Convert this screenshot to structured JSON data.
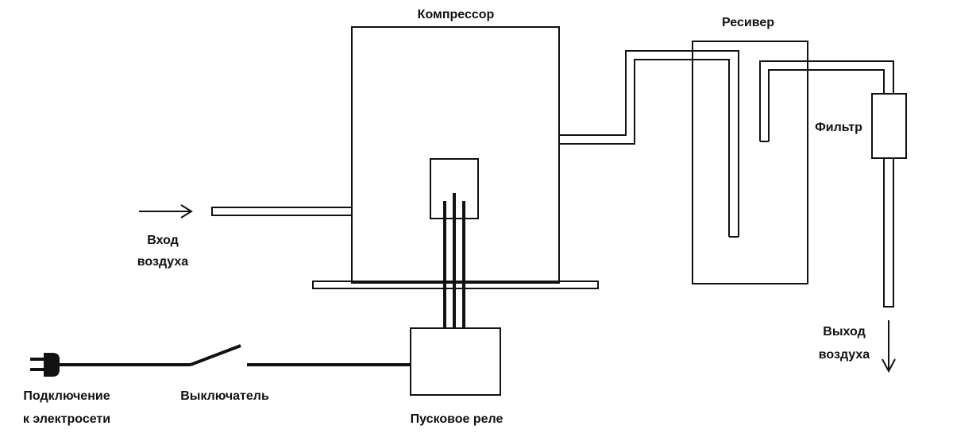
{
  "labels": {
    "compressor": "Компрессор",
    "receiver": "Ресивер",
    "filter": "Фильтр",
    "air_in_line1": "Вход",
    "air_in_line2": "воздуха",
    "air_out_line1": "Выход",
    "air_out_line2": "воздуха",
    "power_line1": "Подключение",
    "power_line2": "к электросети",
    "switch": "Выключатель",
    "start_relay": "Пусковое реле"
  },
  "colors": {
    "line": "#111111",
    "background": "#ffffff"
  }
}
